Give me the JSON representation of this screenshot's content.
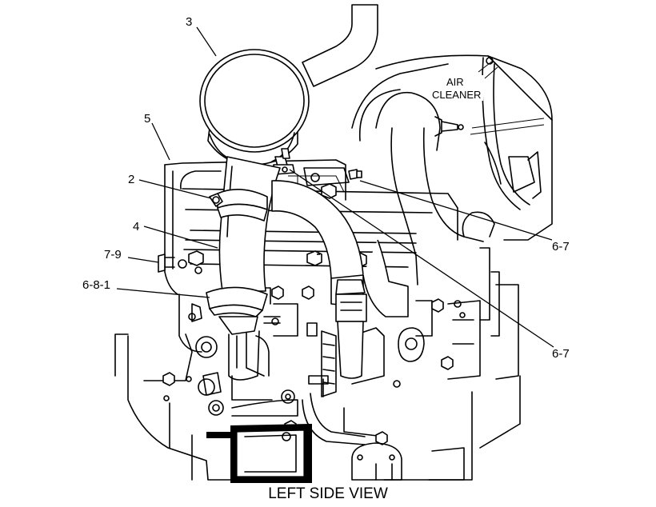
{
  "callouts": {
    "c3": "3",
    "c5": "5",
    "c2": "2",
    "c4": "4",
    "c79": "7-9",
    "c681": "6-8-1",
    "c67_upper": "6-7",
    "c67_lower": "6-7"
  },
  "air_cleaner": {
    "line1": "AIR",
    "line2": "CLEANER"
  },
  "caption": "LEFT SIDE VIEW"
}
